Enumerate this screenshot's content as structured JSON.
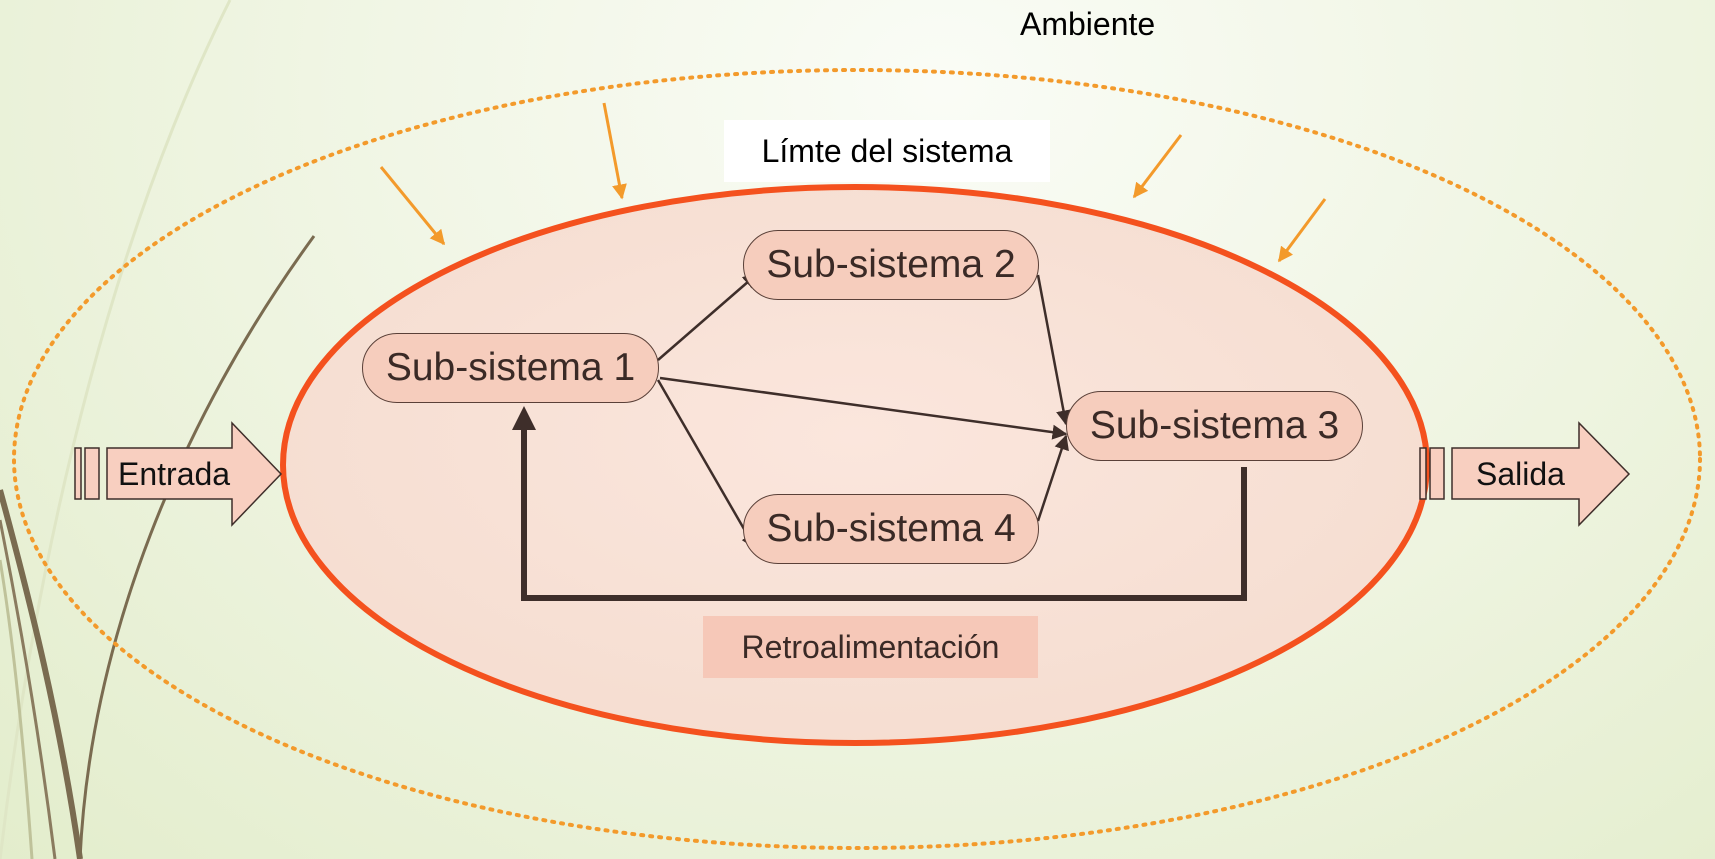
{
  "labels": {
    "environment": "Ambiente",
    "system_boundary": "Límte del sistema",
    "feedback": "Retroalimentación",
    "input": "Entrada",
    "output": "Salida"
  },
  "subsystems": [
    {
      "id": "s1",
      "label": "Sub-sistema 1"
    },
    {
      "id": "s2",
      "label": "Sub-sistema 2"
    },
    {
      "id": "s3",
      "label": "Sub-sistema 3"
    },
    {
      "id": "s4",
      "label": "Sub-sistema 4"
    }
  ],
  "edges": [
    {
      "from": "s1",
      "to": "s2"
    },
    {
      "from": "s1",
      "to": "s3"
    },
    {
      "from": "s1",
      "to": "s4"
    },
    {
      "from": "s2",
      "to": "s3"
    },
    {
      "from": "s4",
      "to": "s3"
    },
    {
      "from": "s3",
      "to": "s1",
      "type": "feedback"
    }
  ],
  "colors": {
    "boundary": "#f4511e",
    "environment_border": "#f39a2b",
    "environmental_influence_arrows": "#f39a2b",
    "node_fill": "#f6cdbd",
    "node_border": "#5a4038",
    "edge": "#3e2e2a",
    "io_arrow_fill": "#f8cfc0"
  }
}
